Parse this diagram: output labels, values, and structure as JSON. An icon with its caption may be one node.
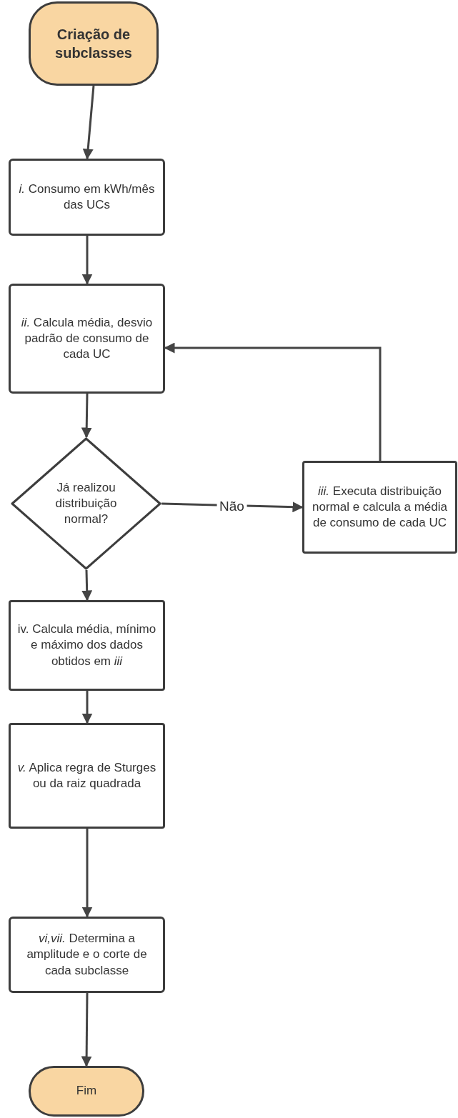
{
  "diagram": {
    "nodes": [
      {
        "text": [
          "Criação de subclasses"
        ]
      },
      {
        "text": [
          "*i.* Consumo em kWh/mês das UCs"
        ]
      },
      {
        "text": [
          "*ii.* Calcula média, desvio padrão de consumo de cada UC"
        ]
      },
      {
        "text": [
          "Já realizou distribuição normal?"
        ]
      },
      {
        "text": [
          "*iii.* Executa distribuição normal e calcula a média de consumo de cada UC"
        ]
      },
      {
        "text": [
          "iv. Calcula média, mínimo e máximo dos dados obtidos em *iii*"
        ]
      },
      {
        "text": [
          "*v.* Aplica regra de Sturges ou da raiz quadrada"
        ]
      },
      {
        "text": [
          "*vi,vii.* Determina a amplitude e o corte de cada subclasse"
        ]
      },
      {
        "text": [
          "Fim"
        ]
      }
    ],
    "edges": [
      {
        "from": 0,
        "to": 1,
        "arrow": "to"
      },
      {
        "from": 1,
        "to": 2,
        "arrow": "to"
      },
      {
        "from": 2,
        "to": 3,
        "arrow": "to"
      },
      {
        "from": 3,
        "to": 4,
        "arrow": "to",
        "label": "Não"
      },
      {
        "from": 4,
        "to": 2,
        "arrow": "to"
      },
      {
        "from": 3,
        "to": 5,
        "arrow": "to"
      },
      {
        "from": 5,
        "to": 6,
        "arrow": "to"
      },
      {
        "from": 6,
        "to": 7,
        "arrow": "to"
      },
      {
        "from": 7,
        "to": 8,
        "arrow": "to"
      }
    ]
  }
}
